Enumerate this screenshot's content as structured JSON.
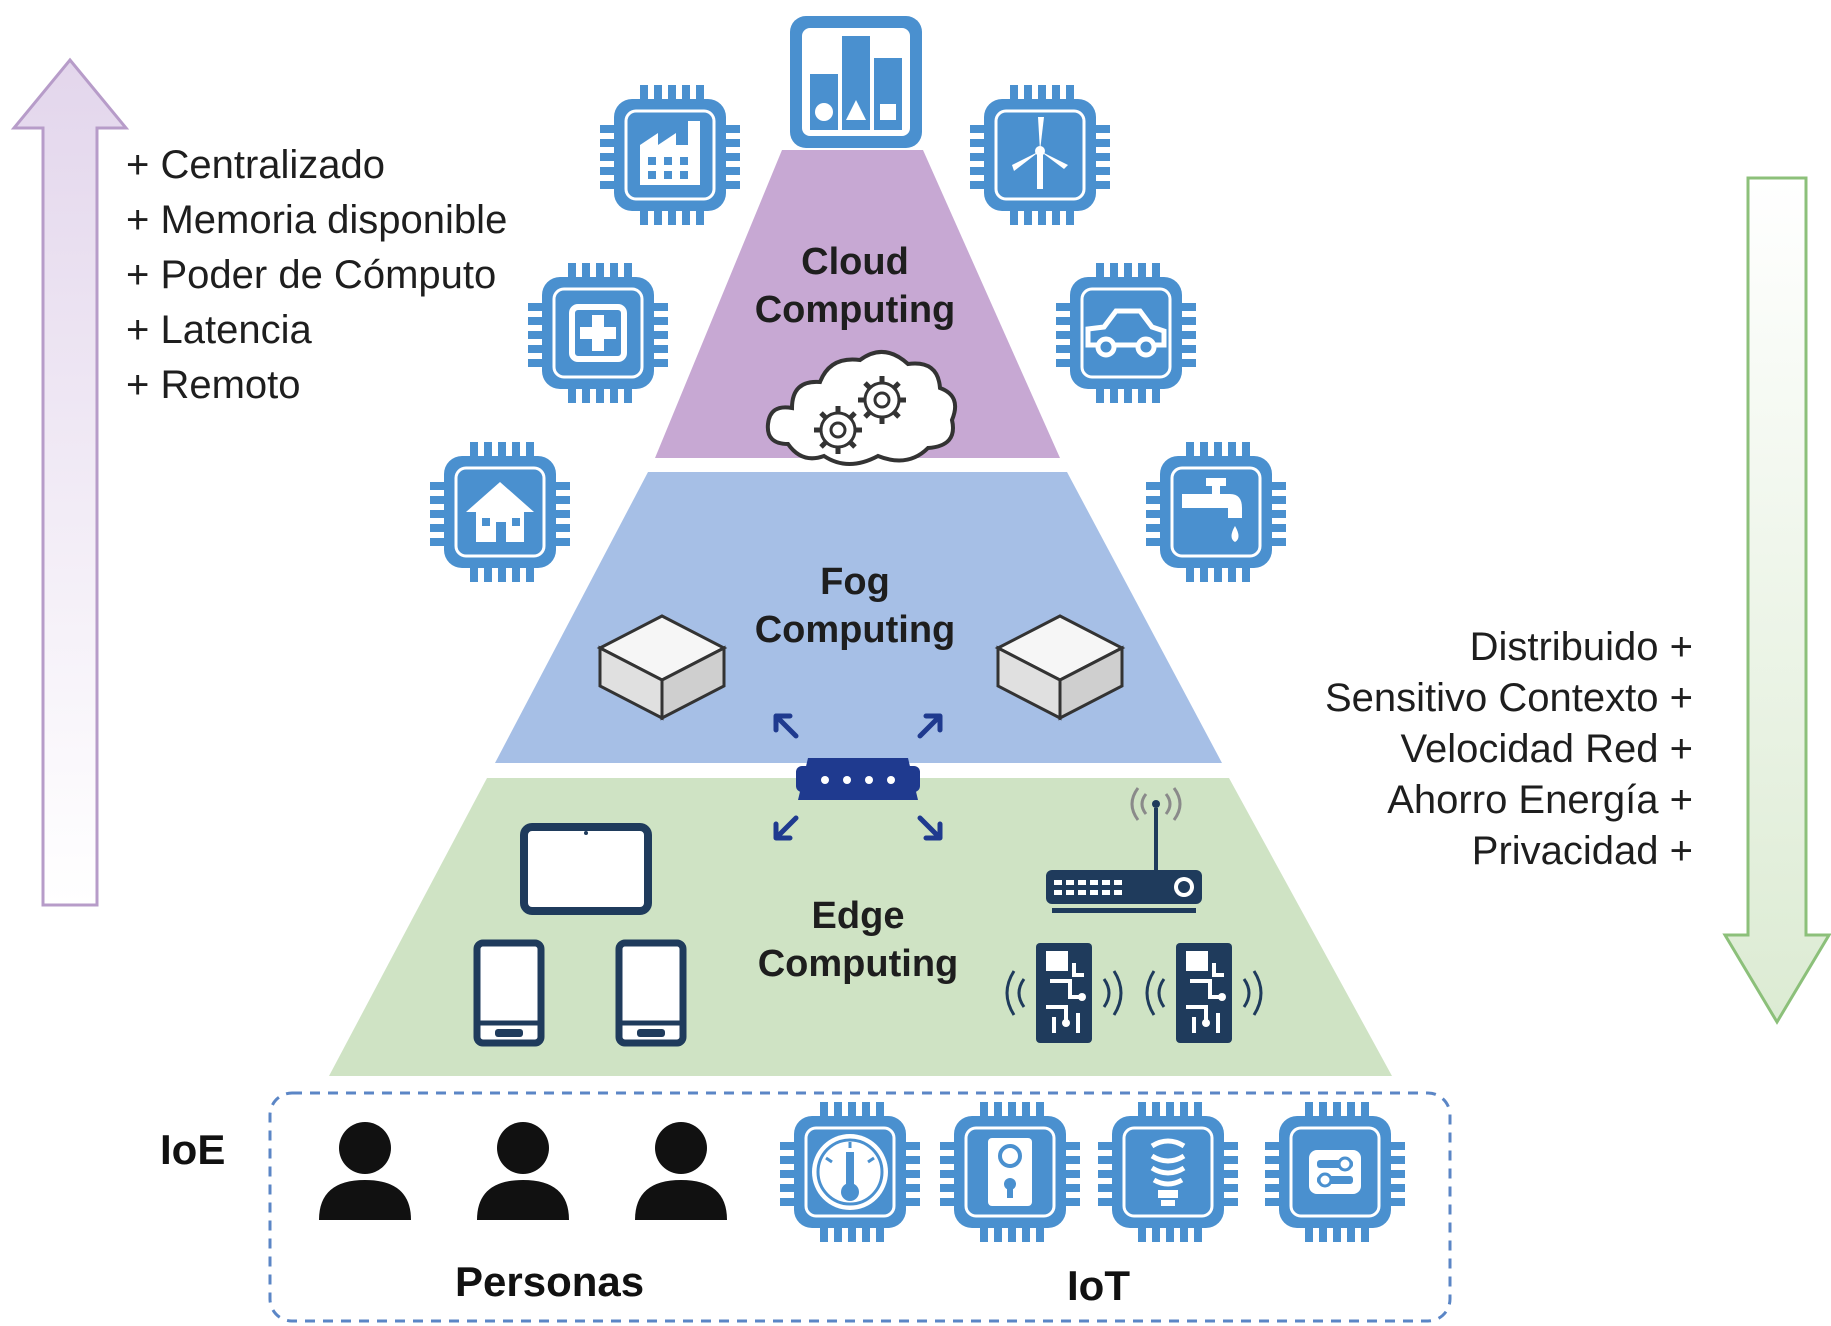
{
  "left_properties": [
    "+ Centralizado",
    "+ Memoria disponible",
    "+ Poder de Cómputo",
    "+ Latencia",
    "+ Remoto"
  ],
  "right_properties": [
    "Distribuido +",
    "Sensitivo Contexto +",
    "Velocidad Red +",
    "Ahorro Energía +",
    "Privacidad +"
  ],
  "layers": {
    "cloud": {
      "line1": "Cloud",
      "line2": "Computing",
      "color": "#c7a8d3"
    },
    "fog": {
      "line1": "Fog",
      "line2": "Computing",
      "color": "#a6bfe6"
    },
    "edge": {
      "line1": "Edge",
      "line2": "Computing",
      "color": "#cfe3c4"
    }
  },
  "bottom": {
    "ioe": "IoE",
    "personas": "Personas",
    "iot": "IoT"
  },
  "colors": {
    "chip": "#4a90cf",
    "left_arrow_border": "#b79cc9",
    "right_arrow_border": "#8cc07a",
    "router": "#1f3a8f",
    "device": "#1f3b5c"
  },
  "icons": {
    "top_chart": "bar-chart-icon",
    "cloud_ring": [
      "factory-chip-icon",
      "wind-turbine-chip-icon",
      "medical-chip-icon",
      "car-chip-icon",
      "house-chip-icon",
      "water-tap-chip-icon"
    ],
    "cloud_center": "cloud-gears-icon",
    "fog": [
      "server-box-icon",
      "router-icon"
    ],
    "edge": [
      "tablet-icon",
      "smartphone-icon",
      "access-point-icon",
      "sensor-board-icon"
    ],
    "people": "person-icon",
    "iot": [
      "thermometer-chip-icon",
      "speaker-chip-icon",
      "light-bulb-chip-icon",
      "toggle-chip-icon"
    ]
  }
}
